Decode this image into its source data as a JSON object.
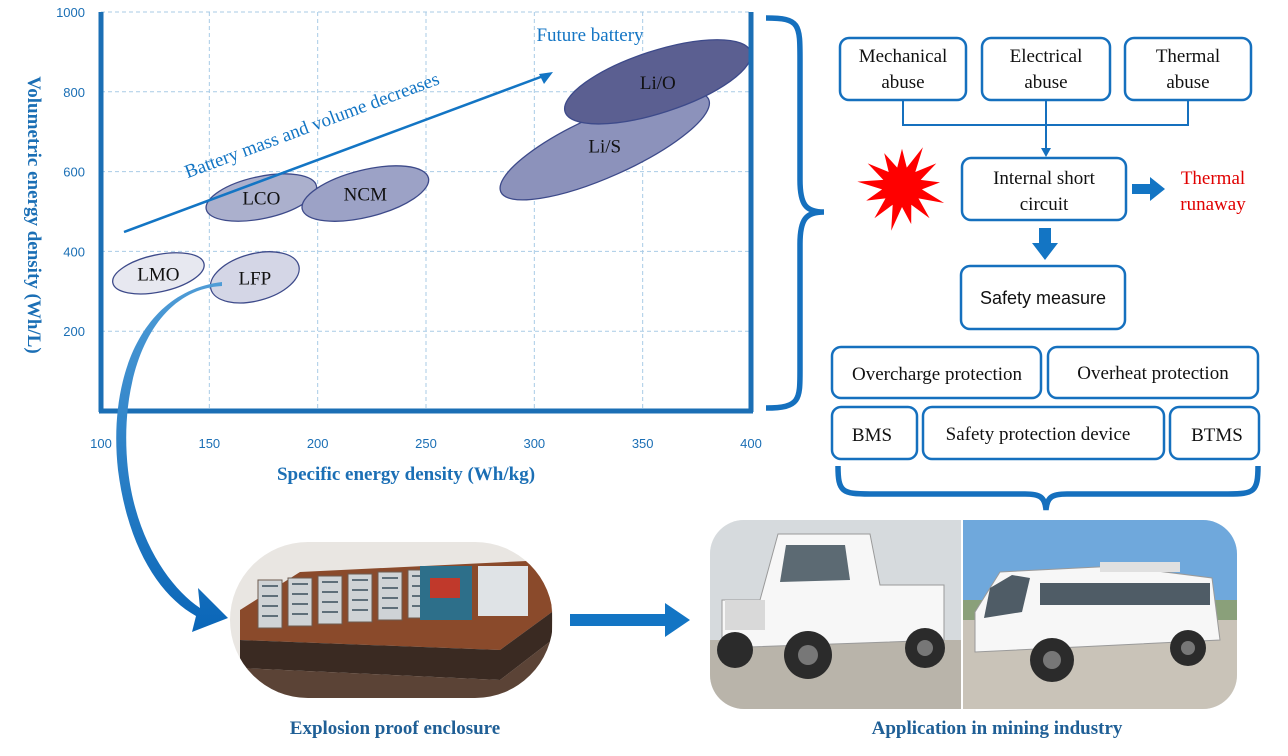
{
  "chart_data": {
    "type": "scatter",
    "xlabel": "Specific energy density (Wh/kg)",
    "ylabel": "Volumetric energy density (Wh/L)",
    "xlim": [
      100,
      400
    ],
    "ylim": [
      0,
      1000
    ],
    "x_ticks": [
      "100",
      "150",
      "200",
      "250",
      "300",
      "350",
      "400"
    ],
    "y_ticks": [
      "200",
      "400",
      "600",
      "800",
      "1000"
    ],
    "grid": true,
    "regions": [
      {
        "name": "LMO",
        "x": [
          105,
          148
        ],
        "y": [
          270,
          420
        ]
      },
      {
        "name": "LFP",
        "x": [
          150,
          192
        ],
        "y": [
          240,
          430
        ]
      },
      {
        "name": "LCO",
        "x": [
          148,
          200
        ],
        "y": [
          450,
          620
        ]
      },
      {
        "name": "NCM",
        "x": [
          192,
          252
        ],
        "y": [
          450,
          640
        ]
      },
      {
        "name": "Li/S",
        "x": [
          280,
          385
        ],
        "y": [
          540,
          790
        ]
      },
      {
        "name": "Li/O",
        "x": [
          312,
          402
        ],
        "y": [
          700,
          950
        ]
      }
    ],
    "annotations": [
      {
        "text": "Battery mass and volume decreases"
      },
      {
        "text": "Future battery"
      }
    ]
  },
  "flow": {
    "abuse": [
      "Mechanical\nabuse",
      "Electrical\nabuse",
      "Thermal\nabuse"
    ],
    "isc": "Internal short\ncircuit",
    "runaway": "Thermal\nrunaway",
    "safety": "Safety measure",
    "row1": [
      "Overcharge protection",
      "Overheat protection"
    ],
    "row2": [
      "BMS",
      "Safety protection device",
      "BTMS"
    ]
  },
  "captions": {
    "enclosure": "Explosion proof enclosure",
    "mining": "Application in mining industry"
  },
  "colors": {
    "axis_blue": "#1b6fb5",
    "caption_blue": "#1f5f96",
    "arrow_blue": "#1375c4",
    "runaway_red": "#e00000",
    "starburst_red": "#ff0000"
  }
}
